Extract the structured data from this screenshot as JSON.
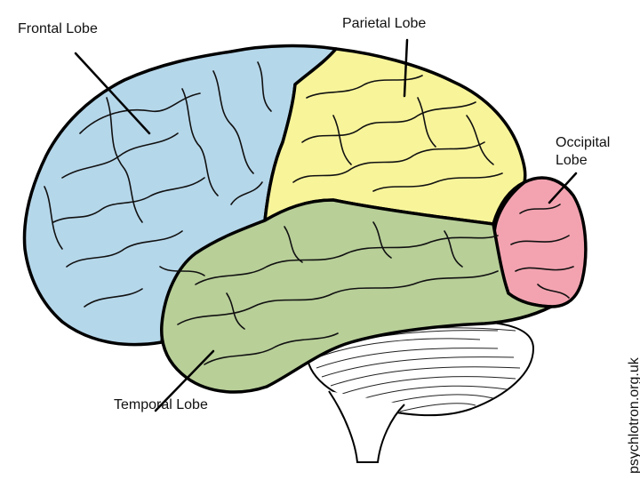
{
  "labels": {
    "frontal": "Frontal Lobe",
    "parietal": "Parietal Lobe",
    "occipital_line1": "Occipital",
    "occipital_line2": "Lobe",
    "temporal": "Temporal Lobe"
  },
  "watermark": "psychlotron.org.uk",
  "colors": {
    "frontal": "#b5d7ea",
    "parietal": "#f8f49a",
    "occipital": "#f3a3b0",
    "temporal": "#b8cf98",
    "cerebellum": "#ffffff",
    "outline": "#000000"
  }
}
